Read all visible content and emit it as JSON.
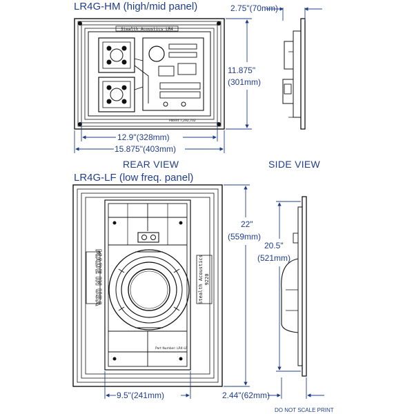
{
  "titles": {
    "top": "LR4G-HM (high/mid panel)",
    "bottom": "LR4G-LF (low freq. panel)"
  },
  "views": {
    "rear": "REAR VIEW",
    "side": "SIDE VIEW"
  },
  "dimensions": {
    "hm_depth": "2.75\"(70mm)",
    "hm_height_in": "11.875\"",
    "hm_height_mm": "(301mm)",
    "hm_inner_width": "12.9\"(328mm)",
    "hm_outer_width": "15.875\"(403mm)",
    "lf_height_in": "22\"",
    "lf_height_mm": "(559mm)",
    "lf_inner_height_in": "20.5\"",
    "lf_inner_height_mm": "(521mm)",
    "lf_inner_width": "9.5\"(241mm)",
    "lf_depth": "2.44\"(62mm)"
  },
  "panel_text": {
    "brand_top": "Stealth Acoustics LR4",
    "brand_lf": "Stealth Acoustics",
    "model_lf": "9220",
    "made_in": "MADE IN USA",
    "patent": "Patent 7,292,702",
    "part": "Part Number: LR4-LF"
  },
  "footer": "DO NOT SCALE PRINT",
  "colors": {
    "ink": "#1f3d8a",
    "drawing": "#111111"
  }
}
